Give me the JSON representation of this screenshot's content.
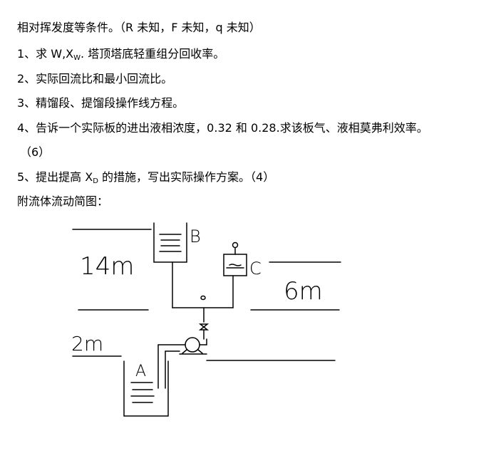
{
  "document": {
    "intro": "相对挥发度等条件。（R 未知，F 未知，q 未知）",
    "q1": {
      "prefix": "1、求 W,X",
      "sub": "W",
      "suffix": ". 塔顶塔底轻重组分回收率。"
    },
    "q2": "2、实际回流比和最小回流比。",
    "q3": "3、精馏段、提馏段操作线方程。",
    "q4": "4、告诉一个实际板的进出液相浓度，0.32 和  0.28.求该板气、液相莫弗利效率。",
    "q4_points": "（6）",
    "q5": {
      "prefix": "5、提出提高 X",
      "sub": "D",
      "suffix": " 的措施，写出实际操作方案。（4）"
    },
    "figure_caption": "附流体流动简图："
  },
  "diagram": {
    "label_b": "B",
    "label_c": "C",
    "label_a": "A",
    "height_upper": "14m",
    "height_right": "6m",
    "height_lower": "2m"
  }
}
